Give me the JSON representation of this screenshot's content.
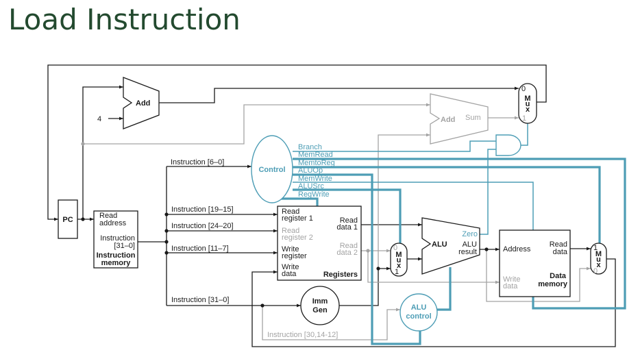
{
  "slide": {
    "title": "Load Instruction"
  },
  "colors": {
    "title": "#234a2f",
    "control_signal": "#4d9db5",
    "active_datapath": "#1a1a1a",
    "inactive_datapath": "#a3a3a3"
  },
  "diagram": {
    "pc": {
      "label": "PC"
    },
    "pc_adder": {
      "label": "Add",
      "constant": "4"
    },
    "branch_adder": {
      "label": "Add",
      "output": "Sum"
    },
    "pc_mux": {
      "in0": "0",
      "in1": "1",
      "name": [
        "M",
        "u",
        "x"
      ]
    },
    "instruction_memory": {
      "read_address": [
        "Read",
        "address"
      ],
      "instruction": [
        "Instruction",
        "[31–0]"
      ],
      "name": [
        "Instruction",
        "memory"
      ]
    },
    "instruction_fields": {
      "opcode": "Instruction [6–0]",
      "rs1": "Instruction [19–15]",
      "rs2": "Instruction [24–20]",
      "rd": "Instruction [11–7]",
      "full": "Instruction [31–0]",
      "funct": "Instruction [30,14-12]"
    },
    "control": {
      "label": "Control",
      "signals": [
        "Branch",
        "MemRead",
        "MemtoReg",
        "ALUOp",
        "MemWrite",
        "ALUSrc",
        "RegWrite"
      ],
      "active_signals": [
        "MemRead",
        "MemtoReg",
        "ALUOp",
        "ALUSrc",
        "RegWrite"
      ]
    },
    "registers": {
      "read_register_1": [
        "Read",
        "register 1"
      ],
      "read_register_2": [
        "Read",
        "register 2"
      ],
      "write_register": [
        "Write",
        "register"
      ],
      "write_data": [
        "Write",
        "data"
      ],
      "read_data_1": [
        "Read",
        "data 1"
      ],
      "read_data_2": [
        "Read",
        "data 2"
      ],
      "name": "Registers"
    },
    "imm_gen": {
      "name": [
        "Imm",
        "Gen"
      ]
    },
    "alu_src_mux": {
      "in0": "0",
      "in1": "1",
      "name": [
        "M",
        "u",
        "x"
      ]
    },
    "alu": {
      "label": "ALU",
      "zero": "Zero",
      "result": [
        "ALU",
        "result"
      ]
    },
    "alu_control": {
      "name": [
        "ALU",
        "control"
      ]
    },
    "data_memory": {
      "address": "Address",
      "read_data": [
        "Read",
        "data"
      ],
      "write_data": [
        "Write",
        "data"
      ],
      "name": [
        "Data",
        "memory"
      ]
    },
    "mem_to_reg_mux": {
      "in1": "1",
      "in0": "0",
      "name": [
        "M",
        "u",
        "x"
      ]
    }
  }
}
